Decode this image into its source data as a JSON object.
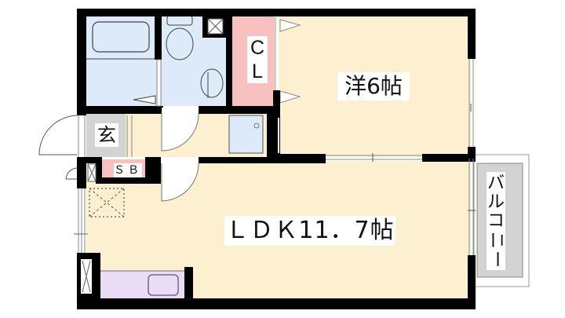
{
  "floor_plan": {
    "type": "apartment floor plan (1LDK)",
    "colors": {
      "wall": "#000000",
      "living_floor": "#fdf0d0",
      "wet_area": "#dceaf9",
      "storage": "#f9c0c0",
      "entrance": "#d3d3d3",
      "kitchen": "#eadcf5",
      "balcony": "#d3d3d3"
    },
    "rooms": {
      "closet": {
        "label_line1": "C",
        "label_line2": "L"
      },
      "western_room": {
        "label": "洋6帖"
      },
      "entrance": {
        "label": "玄"
      },
      "shoe_box": {
        "label": "ＳＢ"
      },
      "ldk": {
        "label": "ＬＤＫ11．7帖"
      },
      "balcony": {
        "label_chars": [
          "バ",
          "ル",
          "コ",
          "ニ",
          "ー"
        ]
      },
      "bathroom": {
        "label": ""
      },
      "toilet_washroom": {
        "label": ""
      },
      "kitchen": {
        "label": ""
      }
    }
  }
}
